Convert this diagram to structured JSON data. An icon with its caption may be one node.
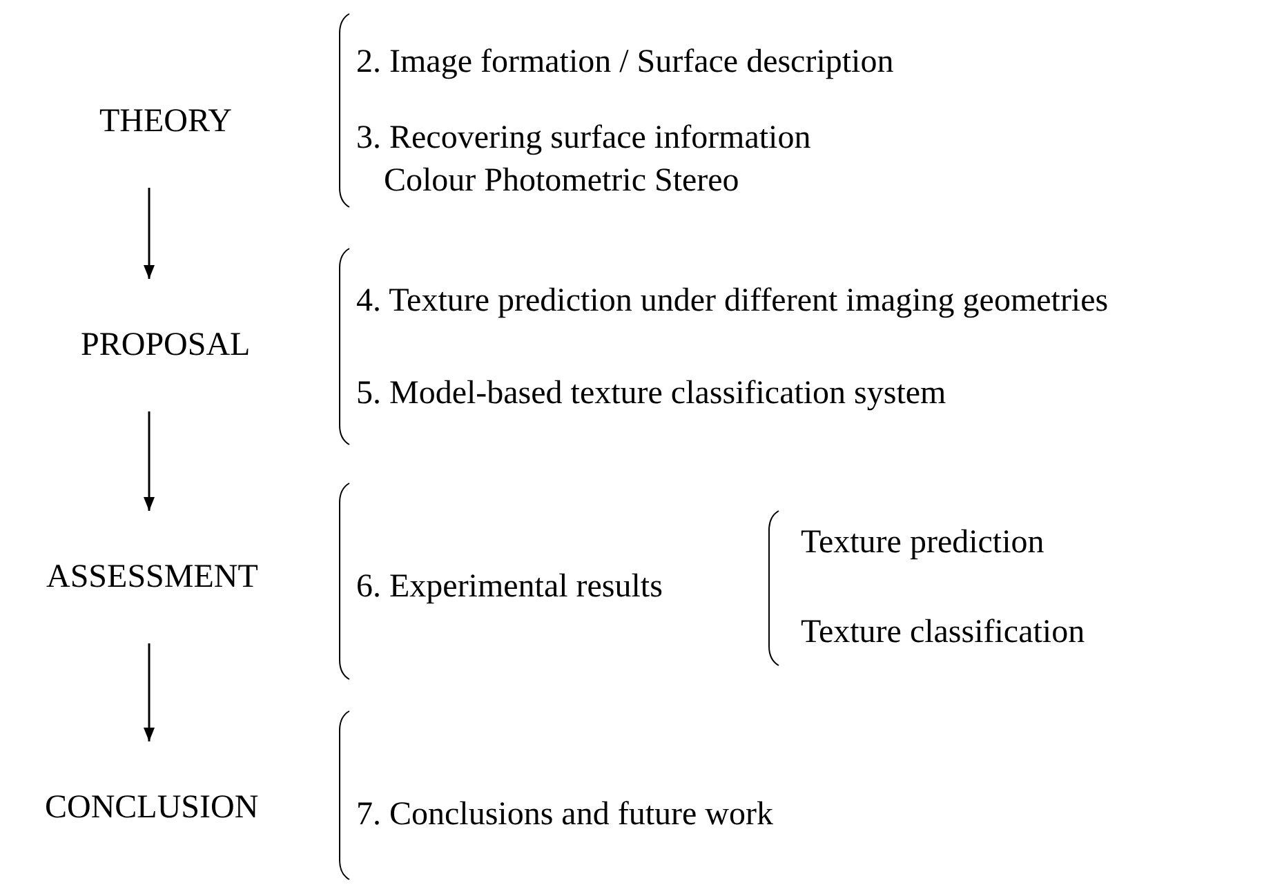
{
  "diagram": {
    "nodes": [
      {
        "text": [
          "THEORY"
        ]
      },
      {
        "text": [
          "PROPOSAL"
        ]
      },
      {
        "text": [
          "ASSESSMENT"
        ]
      },
      {
        "text": [
          "CONCLUSION"
        ]
      }
    ],
    "edges": [
      {
        "from": 0,
        "to": 1,
        "arrow": "to"
      },
      {
        "from": 1,
        "to": 2,
        "arrow": "to"
      },
      {
        "from": 2,
        "to": 3,
        "arrow": "to"
      }
    ],
    "labels": [
      "2. Image formation / Surface description",
      "3. Recovering surface information",
      "Colour Photometric Stereo",
      "4. Texture prediction under different imaging geometries",
      "5. Model-based texture classification system",
      "6. Experimental results",
      "Texture prediction",
      "Texture classification",
      "7. Conclusions and future work"
    ]
  }
}
